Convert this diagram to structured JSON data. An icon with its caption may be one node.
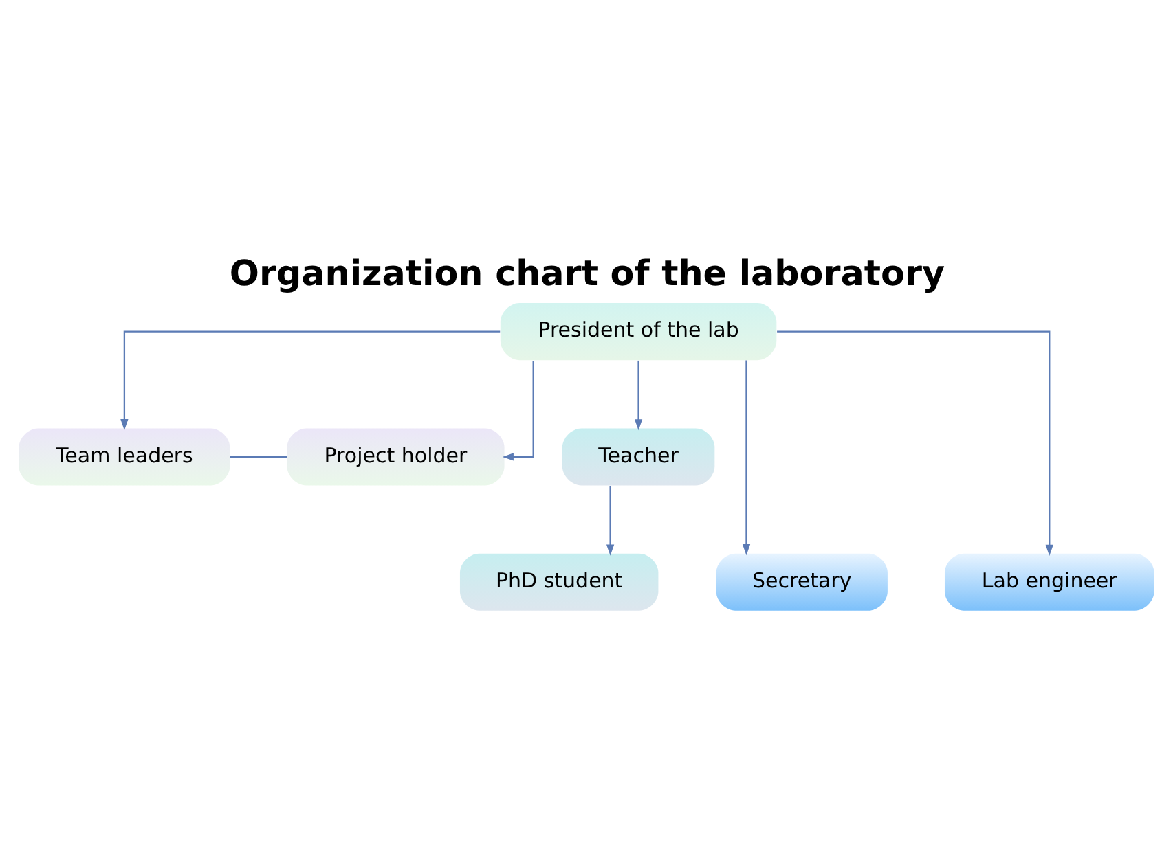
{
  "diagram": {
    "title": "Organization chart of the laboratory",
    "nodes": [
      {
        "text": [
          "President of the lab"
        ]
      },
      {
        "text": [
          "Team leaders"
        ]
      },
      {
        "text": [
          "Project holder"
        ]
      },
      {
        "text": [
          "Teacher"
        ]
      },
      {
        "text": [
          "Secretary"
        ]
      },
      {
        "text": [
          "Lab engineer"
        ]
      },
      {
        "text": [
          "PhD student"
        ]
      }
    ],
    "edges": [
      {
        "from": 0,
        "to": 4,
        "arrow": "to"
      },
      {
        "from": 0,
        "to": 5,
        "arrow": "to"
      },
      {
        "from": 0,
        "to": 1,
        "arrow": "to"
      },
      {
        "from": 0,
        "to": 3,
        "arrow": "to"
      },
      {
        "from": 0,
        "to": 2,
        "arrow": "to"
      },
      {
        "from": 1,
        "to": 2,
        "arrow": "none"
      },
      {
        "from": 3,
        "to": 6,
        "arrow": "to"
      }
    ]
  }
}
